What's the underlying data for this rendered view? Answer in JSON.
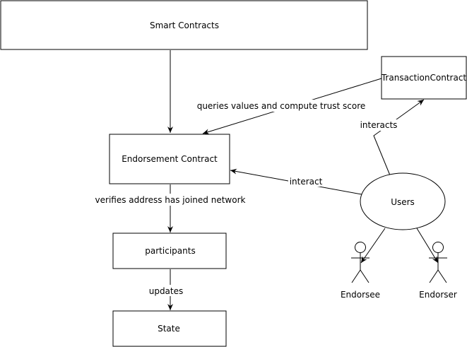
{
  "nodes": {
    "smart_contracts": "Smart Contracts",
    "transaction_contract": "TransactionContract",
    "endorsement_contract": "Endorsement Contract",
    "participants": "participants",
    "state": "State",
    "users": "Users"
  },
  "actors": {
    "endorsee": "Endorsee",
    "endorser": "Endorser"
  },
  "edge_labels": {
    "queries": "queries values and compute trust score",
    "interacts": "interacts",
    "interact": "interact",
    "verifies": "verifies address has joined network",
    "updates": "updates"
  },
  "colors": {
    "stroke": "#000000",
    "fill": "#ffffff"
  }
}
